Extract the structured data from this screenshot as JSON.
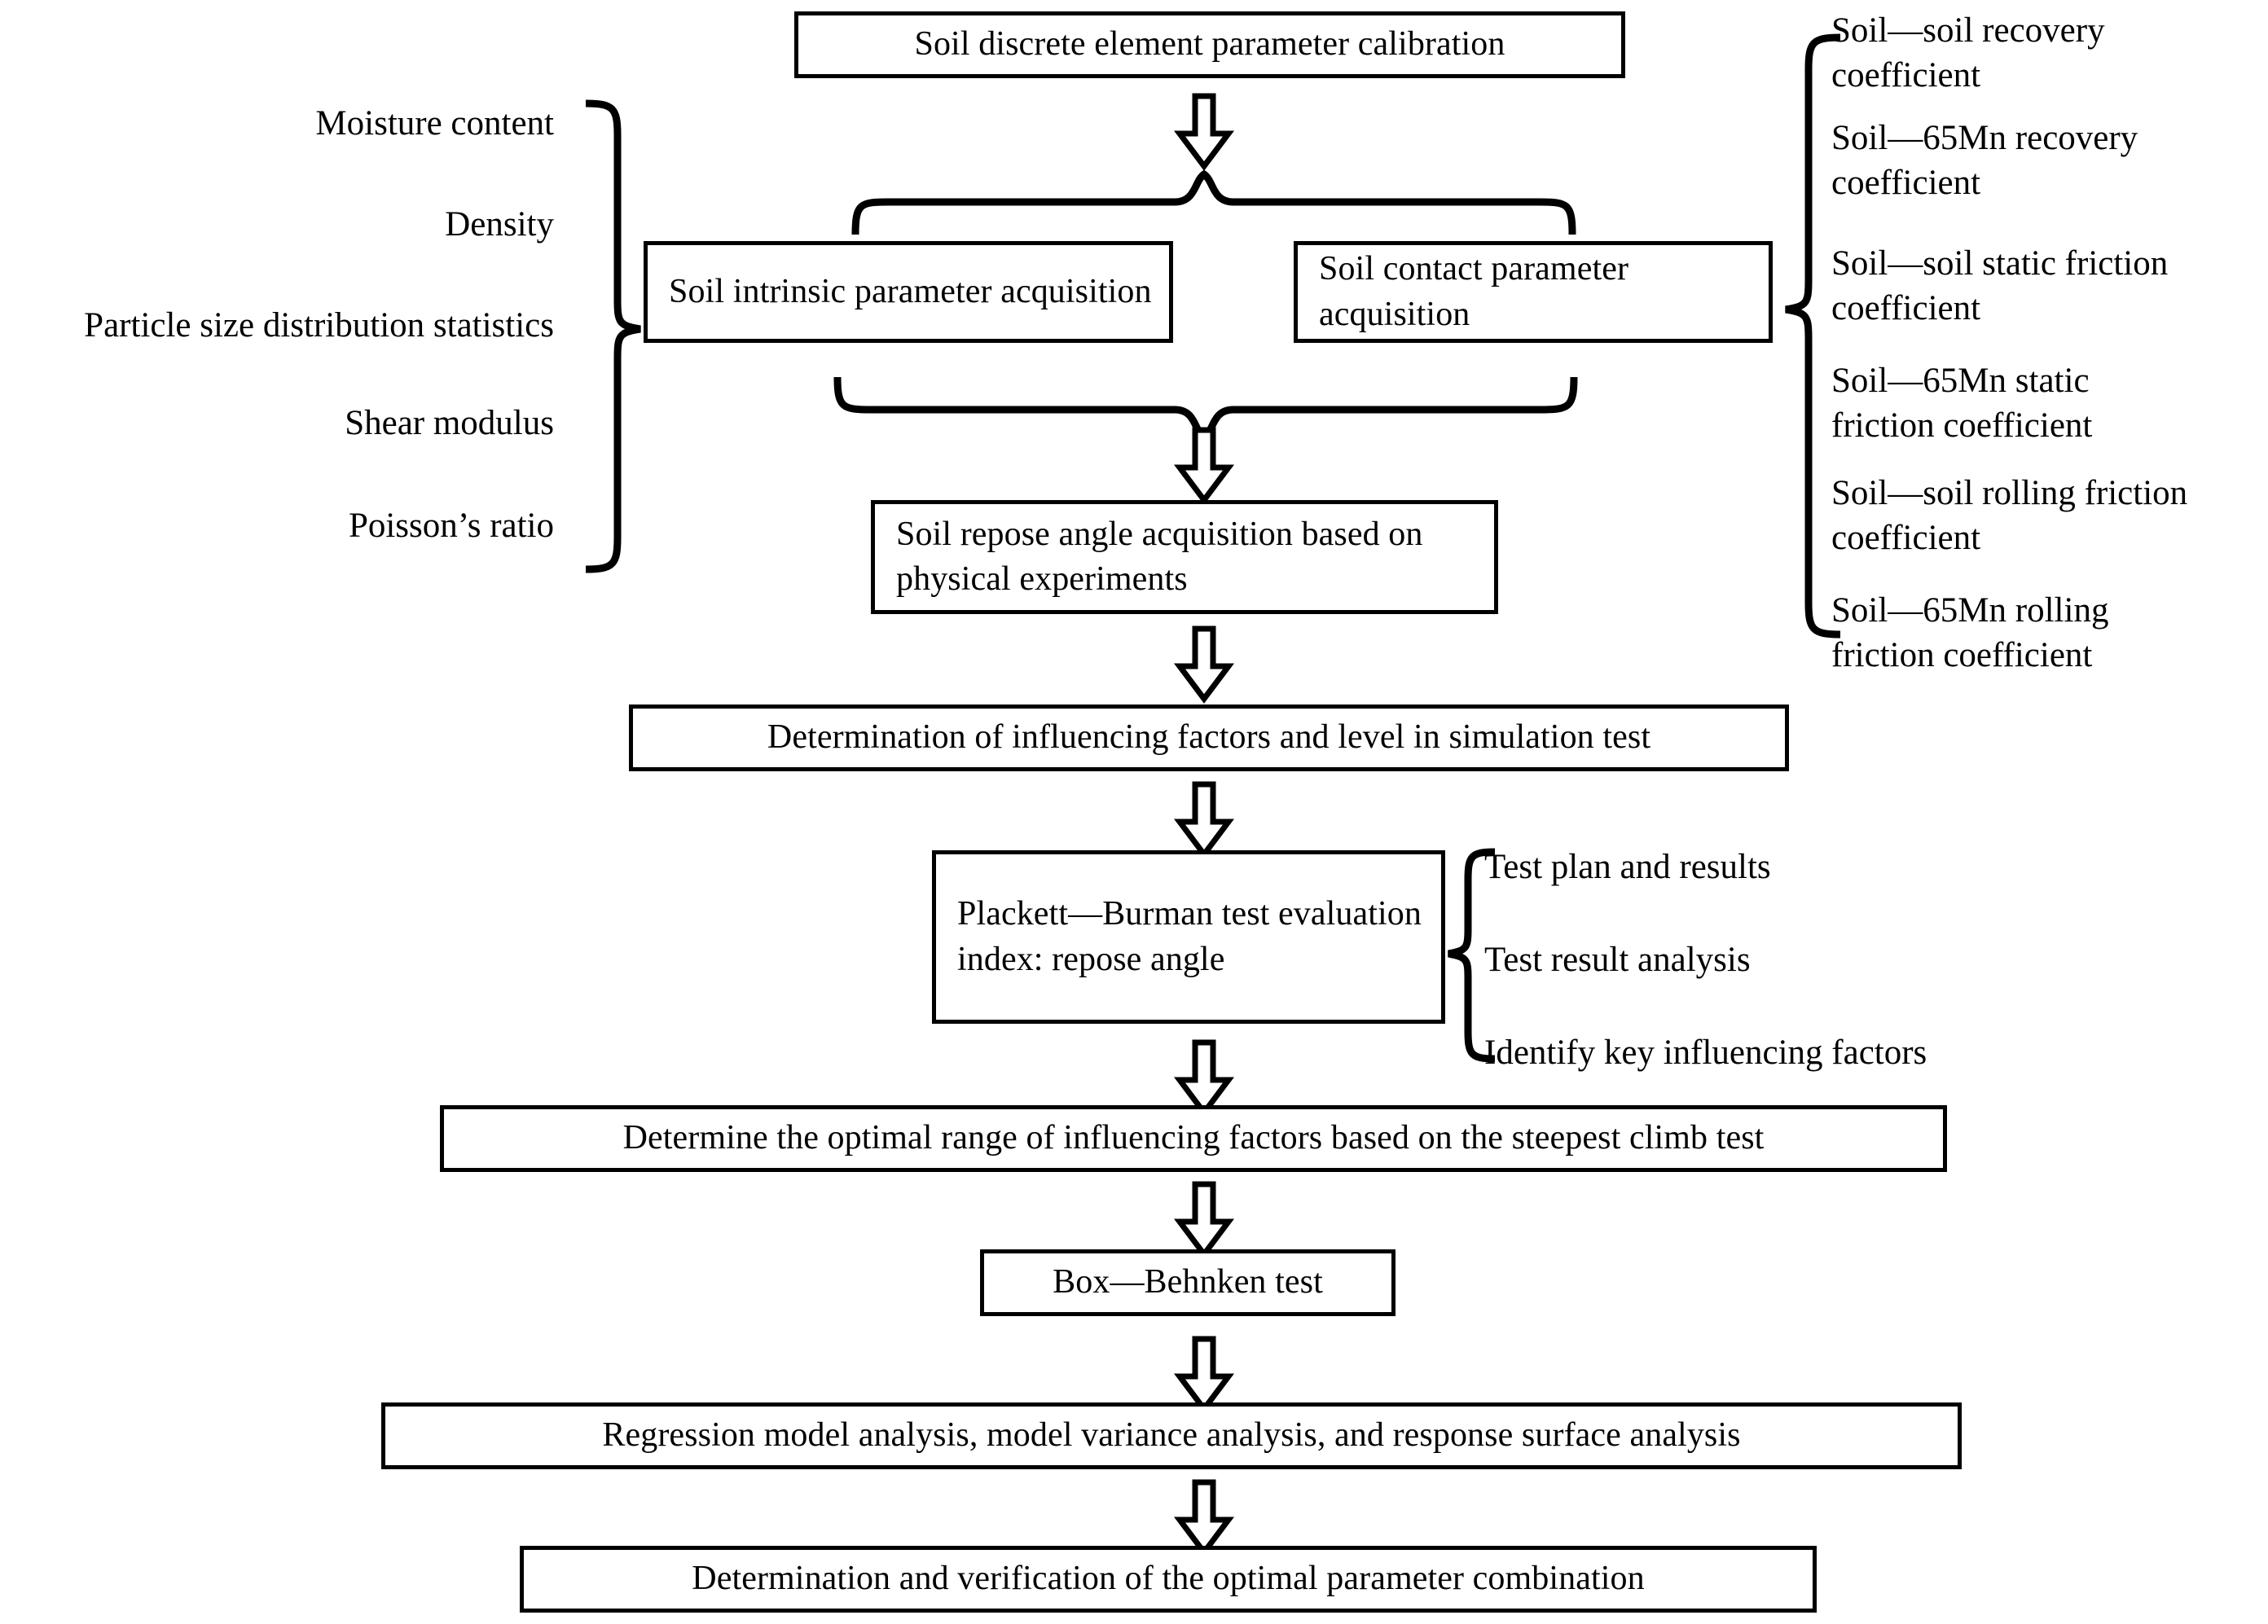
{
  "title": "Soil discrete element parameter calibration flowchart",
  "nodes": {
    "root": "Soil discrete element parameter calibration",
    "intrinsic": "Soil intrinsic parameter acquisition",
    "contact": "Soil contact parameter acquisition",
    "repose": "Soil repose angle acquisition based on physical experiments",
    "factors": "Determination of influencing factors and level in simulation test",
    "plackett": "Plackett—Burman test evaluation index: repose angle",
    "steepest": "Determine the optimal range of influencing factors based on the steepest climb test",
    "boxbehnken": "Box—Behnken test",
    "regression": "Regression model analysis, model variance analysis, and response surface analysis",
    "final": "Determination and verification of the optimal parameter combination"
  },
  "intrinsic_params": [
    "Moisture content",
    "Density",
    "Particle size distribution statistics",
    "Shear modulus",
    "Poisson’s ratio"
  ],
  "contact_params": [
    "Soil—soil recovery coefficient",
    "Soil—65Mn recovery coefficient",
    "Soil—soil static friction coefficient",
    "Soil—65Mn static friction coefficient",
    "Soil—soil rolling friction coefficient",
    "Soil—65Mn rolling friction coefficient"
  ],
  "plackett_items": [
    "Test plan and results",
    "Test result analysis",
    "Identify key influencing factors"
  ],
  "colors": {
    "stroke": "#000000",
    "fill": "#ffffff",
    "background": "#ffffff"
  }
}
